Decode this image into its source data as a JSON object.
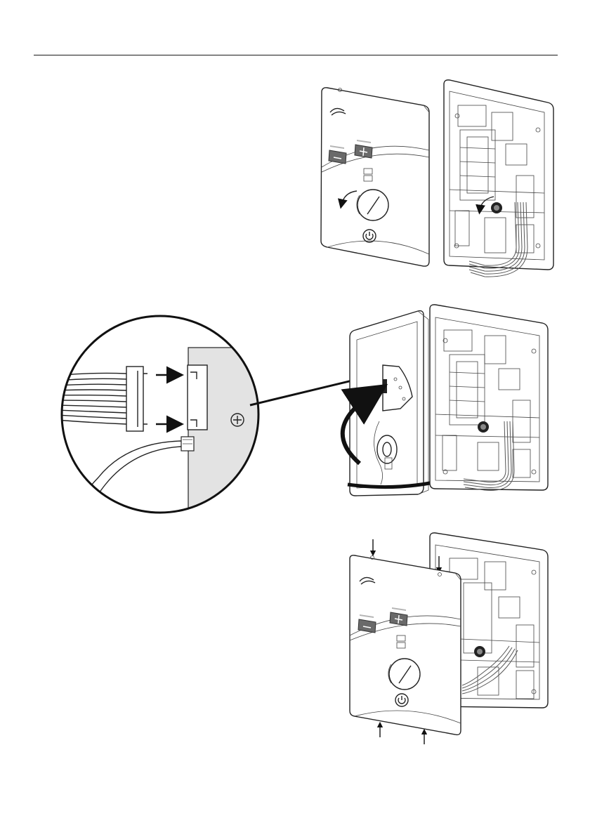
{
  "page": {
    "type": "installation-manual-page",
    "has_text": false
  },
  "figures": [
    {
      "name": "step-1-front-cover-and-backplate",
      "icons": [
        "control-panel-front-cover",
        "rotate-dial-anticlockwise-icon",
        "backplate-with-dial-spindle",
        "rotate-spindle-anticlockwise-icon",
        "ribbon-cable"
      ]
    },
    {
      "name": "step-2-connect-ribbon-cable",
      "icons": [
        "zoom-circle-connector-detail",
        "ribbon-connector-plug",
        "push-connector-arrow-icon",
        "small-two-pin-connector",
        "cover-rear-view",
        "swing-cover-arrow-icon"
      ]
    },
    {
      "name": "step-3-fit-cover-to-backplate",
      "icons": [
        "control-panel-front-cover",
        "backplate",
        "down-arrow-icon",
        "up-arrow-icon"
      ]
    }
  ],
  "colors": {
    "line": "#222222",
    "button": "#6a6a6a",
    "panel_grey": "#e3e3e3"
  }
}
